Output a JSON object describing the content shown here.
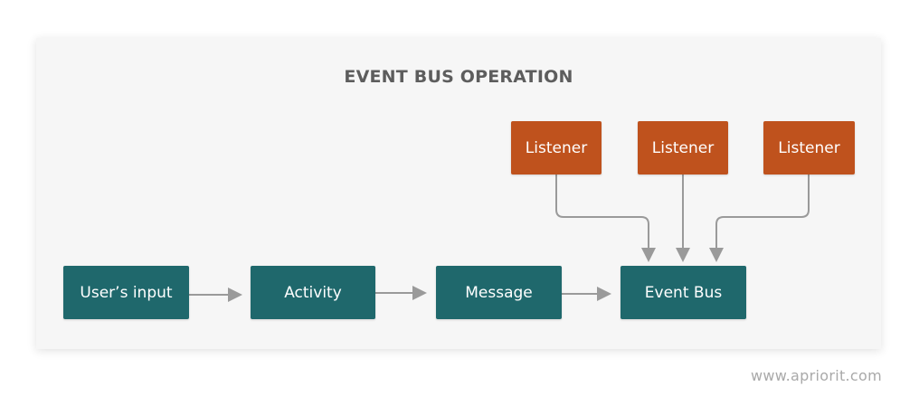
{
  "diagram": {
    "title": "EVENT BUS OPERATION",
    "flow": {
      "users_input": "User’s input",
      "activity": "Activity",
      "message": "Message",
      "event_bus": "Event Bus"
    },
    "listeners": [
      "Listener",
      "Listener",
      "Listener"
    ]
  },
  "watermark": "www.apriorit.com",
  "colors": {
    "flow_box": "#1f686c",
    "listener_box": "#bf521d",
    "arrow": "#9a9a9a",
    "title": "#5d5d5d"
  }
}
